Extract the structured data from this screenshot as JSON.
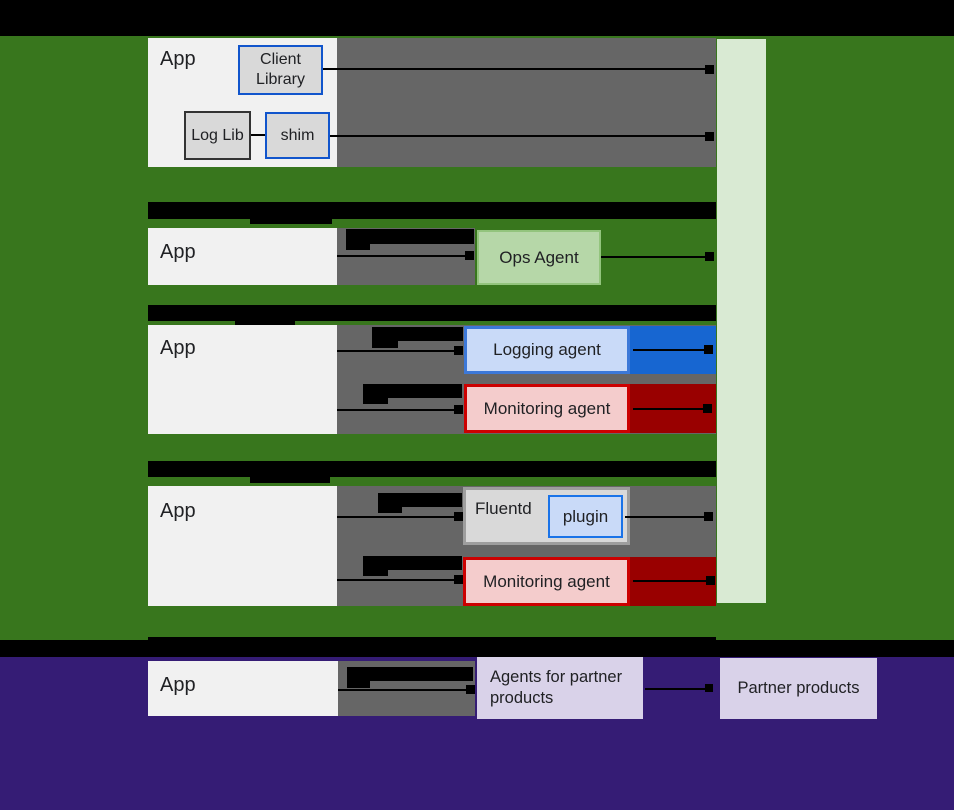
{
  "diagram": {
    "app_label": "App",
    "row1": {
      "client_library": "Client Library",
      "log_lib": "Log Lib",
      "shim": "shim"
    },
    "row2": {
      "ops_agent": "Ops Agent"
    },
    "row3": {
      "logging_agent": "Logging agent",
      "monitoring_agent": "Monitoring agent"
    },
    "row4": {
      "fluentd": "Fluentd",
      "plugin": "plugin",
      "monitoring_agent": "Monitoring agent"
    },
    "row5": {
      "agents_for_partner_products": "Agents for partner products",
      "partner_products": "Partner products"
    }
  },
  "colors": {
    "green_bg": "#38761d",
    "light_green_column": "#d9ead3",
    "purple_bg": "#351c75",
    "gray_box": "#666666",
    "app_box": "#f1f1f1",
    "inner_box_gray": "#d9d9d9",
    "blue_border": "#1155cc",
    "dark_border": "#333333",
    "ops_fill": "#b6d7a8",
    "ops_border": "#93c47d",
    "logging_fill": "#c9daf8",
    "logging_border": "#3c78d8",
    "blue_bar": "#1766d1",
    "monitoring_fill": "#f4cccc",
    "monitoring_border": "#cc0000",
    "red_bar": "#990000",
    "fluentd_border": "#9e9e9e",
    "plugin_border": "#1a73e8",
    "lavender_box": "#d9d2e9",
    "text": "#202124",
    "black": "#000000"
  }
}
